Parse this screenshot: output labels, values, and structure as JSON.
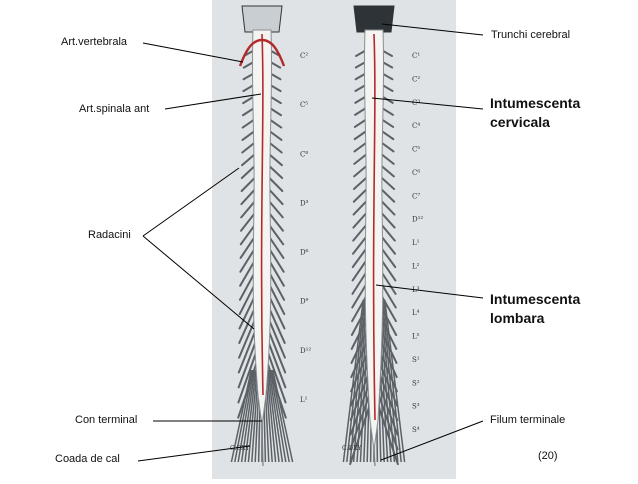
{
  "left_labels": {
    "art_vertebrala": "Art.vertebrala",
    "art_spinala_ant": "Art.spinala ant",
    "radacini": "Radacini",
    "con_terminal": "Con terminal",
    "coada_de_cal": "Coada de cal"
  },
  "right_labels": {
    "trunchi_cerebral": "Trunchi cerebral",
    "intumescenta_cervicala": [
      "Intumescenta",
      "cervicala"
    ],
    "intumescenta_lombara": [
      "Intumescenta",
      "lombara"
    ],
    "filum_terminale": "Filum terminale",
    "figure_number": "(20)"
  },
  "specimen_left": {
    "markers": [
      "C²",
      "C⁵",
      "C⁸",
      "D³",
      "D⁶",
      "D⁹",
      "D¹²",
      "L¹"
    ],
    "caption": "C.OXY"
  },
  "specimen_right": {
    "markers": [
      "C¹",
      "C²",
      "C³",
      "C⁴",
      "C⁵",
      "C⁶",
      "C⁷",
      "D¹²",
      "L¹",
      "L²",
      "L³",
      "L⁴",
      "L⁵",
      "S¹",
      "S²",
      "S³",
      "S⁴"
    ],
    "caption": "C.OXY"
  },
  "colors": {
    "plate_background": "#dfe3e5",
    "nerve": "#5c6166",
    "cord": "#f4f4f2",
    "vessel": "#b32a2a",
    "pointer": "#000000"
  }
}
